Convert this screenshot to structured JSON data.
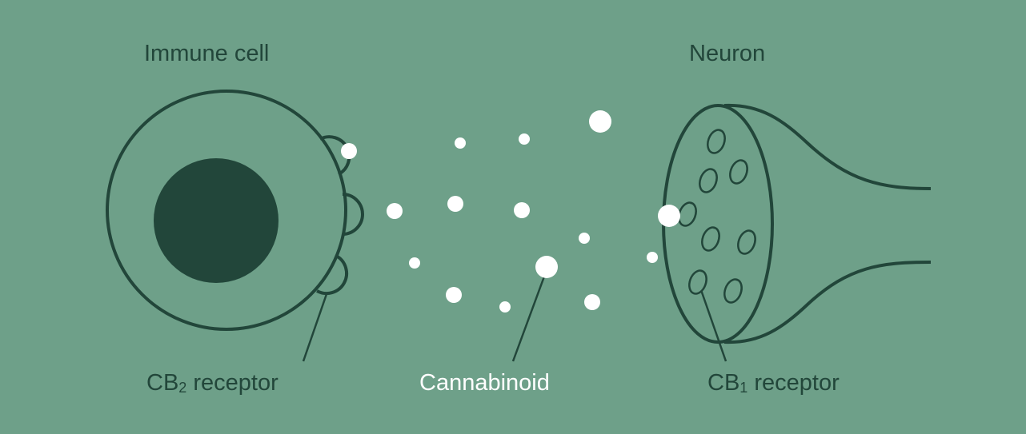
{
  "labels": {
    "immune_cell": "Immune cell",
    "neuron": "Neuron",
    "cb2_prefix": "CB",
    "cb2_sub": "2",
    "cb2_suffix": " receptor",
    "cannabinoid": "Cannabinoid",
    "cb1_prefix": "CB",
    "cb1_sub": "1",
    "cb1_suffix": " receptor"
  },
  "colors": {
    "background": "#6ea089",
    "ink": "#22463a",
    "cannabinoid": "#ffffff"
  }
}
